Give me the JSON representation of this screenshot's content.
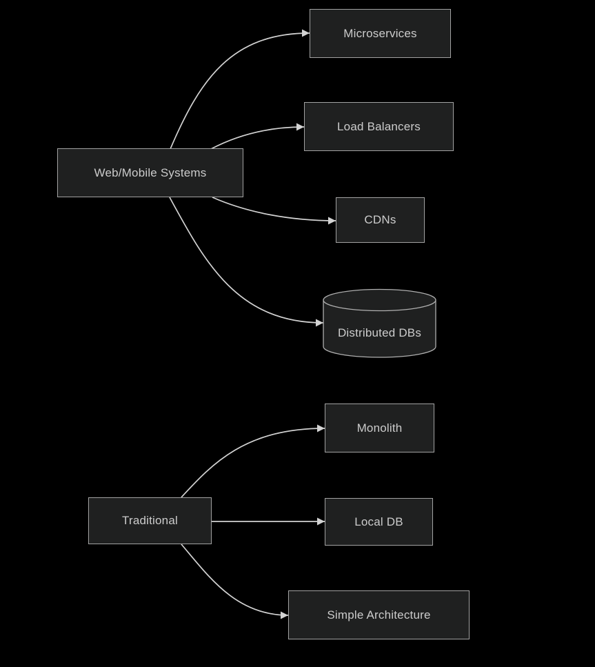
{
  "diagram": {
    "type": "flowchart",
    "theme": "dark",
    "colors": {
      "background": "#000000",
      "node_fill": "#1f2020",
      "node_border": "#a3a3a3",
      "text": "#cccccc",
      "edge_line": "#d3d3d3",
      "arrowhead": "#d3d3d3"
    },
    "nodes": [
      {
        "id": "web",
        "label": "Web/Mobile Systems",
        "shape": "rectangle"
      },
      {
        "id": "micro",
        "label": "Microservices",
        "shape": "rectangle"
      },
      {
        "id": "lb",
        "label": "Load Balancers",
        "shape": "rectangle"
      },
      {
        "id": "cdn",
        "label": "CDNs",
        "shape": "rectangle"
      },
      {
        "id": "ddb",
        "label": "Distributed DBs",
        "shape": "cylinder"
      },
      {
        "id": "trad",
        "label": "Traditional",
        "shape": "rectangle"
      },
      {
        "id": "mono",
        "label": "Monolith",
        "shape": "rectangle"
      },
      {
        "id": "ldb",
        "label": "Local DB",
        "shape": "rectangle"
      },
      {
        "id": "simple",
        "label": "Simple Architecture",
        "shape": "rectangle"
      }
    ],
    "edges": [
      {
        "from": "Web/Mobile Systems",
        "to": "Microservices"
      },
      {
        "from": "Web/Mobile Systems",
        "to": "Load Balancers"
      },
      {
        "from": "Web/Mobile Systems",
        "to": "CDNs"
      },
      {
        "from": "Web/Mobile Systems",
        "to": "Distributed DBs"
      },
      {
        "from": "Traditional",
        "to": "Monolith"
      },
      {
        "from": "Traditional",
        "to": "Local DB"
      },
      {
        "from": "Traditional",
        "to": "Simple Architecture"
      }
    ]
  }
}
